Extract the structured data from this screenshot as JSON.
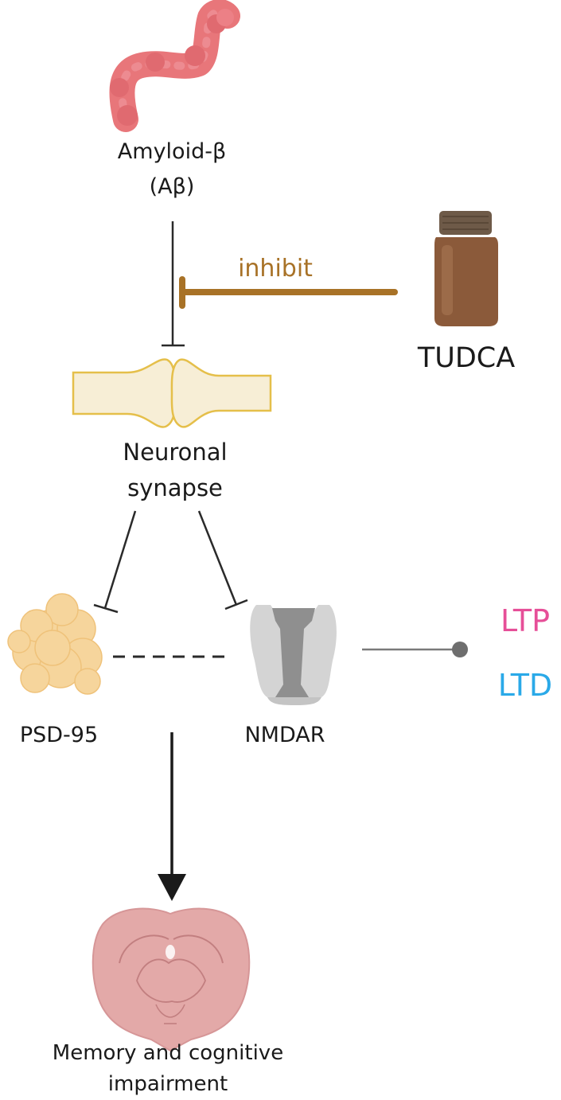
{
  "labels": {
    "amyloid_line1": "Amyloid-β",
    "amyloid_line2": "(Aβ)",
    "inhibit": "inhibit",
    "tudca": "TUDCA",
    "synapse_line1": "Neuronal",
    "synapse_line2": "synapse",
    "psd95": "PSD-95",
    "nmdar": "NMDAR",
    "ltp": "LTP",
    "ltd": "LTD",
    "memory_line1": "Memory and cognitive",
    "memory_line2": "impairment"
  },
  "colors": {
    "amyloid": "#e8767a",
    "inhibit": "#a87227",
    "tudca_bottle": "#8b5a3a",
    "tudca_cap": "#6e5a48",
    "synapse_fill": "#f7eed6",
    "synapse_stroke": "#e5bf4a",
    "psd95": "#f6d59c",
    "nmdar_light": "#d4d4d4",
    "nmdar_dark": "#8f8f8f",
    "ltp": "#e64f98",
    "ltd": "#2aa9e8",
    "brain": "#e3a9a8",
    "brain_line": "#c27f80"
  }
}
